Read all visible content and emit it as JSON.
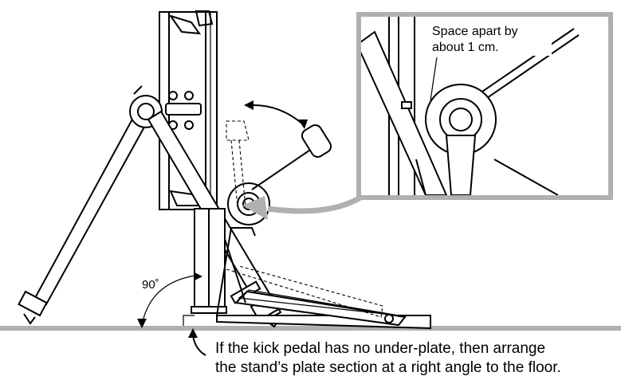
{
  "callout": {
    "line1": "Space apart by",
    "line2": "about 1 cm."
  },
  "angle_label": "90˚",
  "caption": {
    "line1": "If the kick pedal has no under-plate, then arrange",
    "line2": "the stand’s plate section at a right angle to the floor."
  },
  "colors": {
    "line": "#000000",
    "highlight": "#b0b0b0",
    "background": "#ffffff"
  }
}
